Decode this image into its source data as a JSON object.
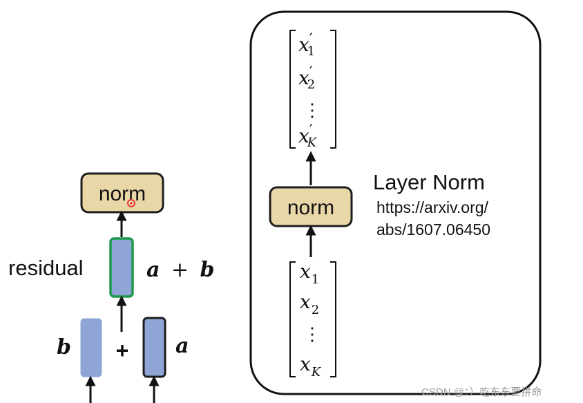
{
  "left": {
    "norm_label": "norm",
    "residual_label": "residual",
    "sum_expr": {
      "a": "a",
      "plus": "+",
      "b": "b"
    },
    "input_b": "b",
    "input_a": "a",
    "plus_sign": "+"
  },
  "right": {
    "norm_label": "norm",
    "title": "Layer Norm",
    "url_line1": "https://arxiv.org/",
    "url_line2": "abs/1607.06450",
    "output_vector": [
      {
        "base": "x",
        "prime": "′",
        "sub": "1"
      },
      {
        "base": "x",
        "prime": "′",
        "sub": "2"
      },
      {
        "dots": "⋮"
      },
      {
        "base": "x",
        "prime": "′",
        "sub": "K"
      }
    ],
    "input_vector": [
      {
        "base": "x",
        "sub": "1"
      },
      {
        "base": "x",
        "sub": "2"
      },
      {
        "dots": "⋮"
      },
      {
        "base": "x",
        "sub": "K"
      }
    ]
  },
  "watermark": "CSDN @：）吃东东要拼命",
  "colors": {
    "norm_fill": "#ead7a8",
    "norm_stroke": "#1c1c1c",
    "vector_fill": "#8fa5d6",
    "vector_stroke_dark": "#1c1c1c",
    "vector_stroke_green": "#1e9a4c",
    "pointer_dot": "#e53935"
  }
}
